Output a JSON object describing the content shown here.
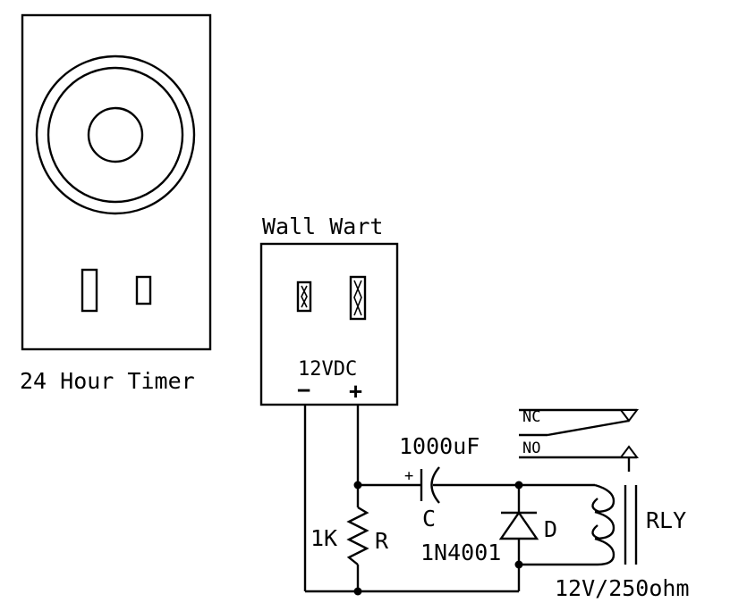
{
  "labels": {
    "timer": "24 Hour Timer",
    "wall_wart": "Wall Wart",
    "voltage": "12VDC",
    "minus": "−",
    "plus": "+",
    "cap_value": "1000uF",
    "cap_plus": "+",
    "cap_name": "C",
    "res_value": "1K",
    "res_name": "R",
    "diode_part": "1N4001",
    "diode_name": "D",
    "relay_name": "RLY",
    "relay_spec": "12V/250ohm",
    "nc": "NC",
    "no": "NO"
  }
}
